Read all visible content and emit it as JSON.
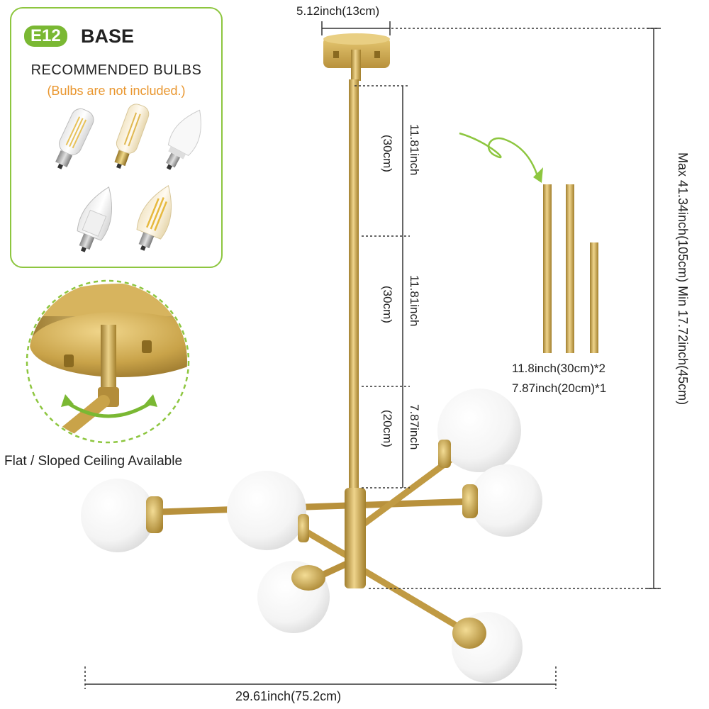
{
  "bulb_panel": {
    "badge": "E12",
    "title": "BASE",
    "subtitle": "RECOMMENDED BULBS",
    "note": "(Bulbs are not included.)",
    "bulbs": [
      {
        "icon": "tubular-filament-bulb-icon"
      },
      {
        "icon": "tubular-amber-bulb-icon"
      },
      {
        "icon": "led-candle-bulb-icon"
      },
      {
        "icon": "clear-candle-bulb-icon"
      },
      {
        "icon": "filament-candle-bulb-icon"
      }
    ]
  },
  "ceiling": {
    "label": "Flat / Sloped Ceiling Available"
  },
  "dimensions": {
    "canopy_width": "5.12inch(13cm)",
    "rod1_in": "11.81inch",
    "rod1_cm": "(30cm)",
    "rod2_in": "11.81inch",
    "rod2_cm": "(30cm)",
    "rod3_in": "7.87inch",
    "rod3_cm": "(20cm)",
    "height_range": "Max 41.34inch(105cm)   Min 17.72inch(45cm)",
    "total_width": "29.61inch(75.2cm)"
  },
  "rods": {
    "spec_long": "11.8inch(30cm)*2",
    "spec_short": "7.87inch(20cm)*1"
  },
  "colors": {
    "brass": "#c9a349",
    "brass_dark": "#a27f2c",
    "accent_green": "#8dc63f",
    "note_orange": "#e9962e"
  }
}
